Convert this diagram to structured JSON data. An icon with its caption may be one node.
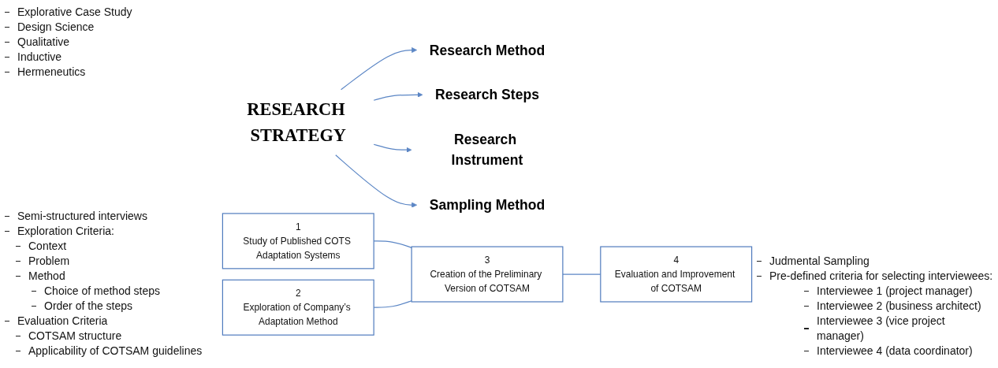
{
  "diagram": {
    "nodes": [
      {
        "text": [
          "RESEARCH STRATEGY"
        ]
      },
      {
        "text": [
          "Research Method"
        ]
      },
      {
        "text": [
          "Research Steps"
        ]
      },
      {
        "text": [
          "Research Instrument"
        ]
      },
      {
        "text": [
          "Sampling Method"
        ]
      },
      {
        "text": [
          "1",
          "Study of Published COTS Adaptation Systems"
        ]
      },
      {
        "text": [
          "2",
          "Exploration of Company’s Adaptation Method"
        ]
      },
      {
        "text": [
          "3",
          "Creation of the Preliminary Version of COTSAM"
        ]
      },
      {
        "text": [
          "4",
          "Evaluation and Improvement of COTSAM"
        ]
      }
    ],
    "edges": [
      {
        "from": 0,
        "to": 1,
        "arrow": "to"
      },
      {
        "from": 0,
        "to": 2,
        "arrow": "to"
      },
      {
        "from": 0,
        "to": 3,
        "arrow": "to"
      },
      {
        "from": 0,
        "to": 4,
        "arrow": "to"
      },
      {
        "from": 5,
        "to": 7,
        "arrow": "none"
      },
      {
        "from": 6,
        "to": 7,
        "arrow": "none"
      },
      {
        "from": 7,
        "to": 8,
        "arrow": "none"
      }
    ],
    "labels": [
      "Explorative Case Study",
      "Design Science",
      "Qualitative",
      "Inductive",
      "Hermeneutics",
      "Semi-structured interviews",
      "Exploration Criteria:",
      "Context",
      "Problem",
      "Method",
      "Choice of method steps",
      "Order of the steps",
      "Evaluation Criteria",
      "COTSAM structure",
      "Applicability of COTSAM guidelines",
      "Judmental Sampling",
      "Pre-defined criteria for selecting interviewees:",
      "Interviewee 1 (project manager)",
      "Interviewee 2 (business architect)",
      "Interviewee 3 (vice project manager)",
      "Interviewee 4 (data coordinator)"
    ]
  }
}
